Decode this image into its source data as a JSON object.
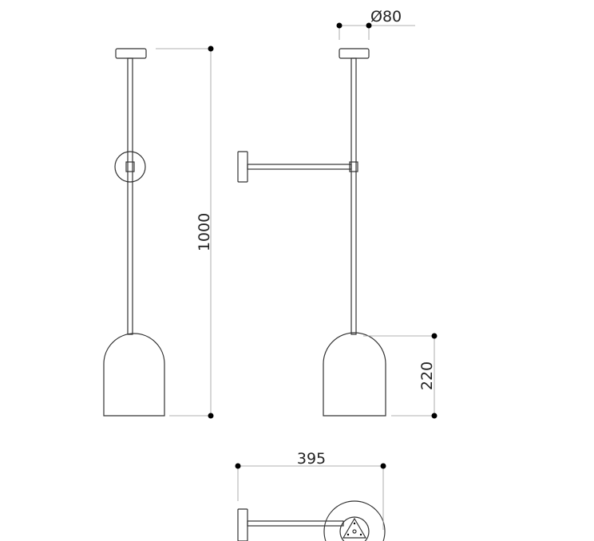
{
  "title": "Pendant lamp technical drawing",
  "dimensions": {
    "height_total": "1000",
    "canopy_diameter": "Ø80",
    "shade_height": "220",
    "arm_length": "395"
  },
  "colors": {
    "line": "#333333",
    "dimension": "#999999",
    "dot": "#000000"
  }
}
